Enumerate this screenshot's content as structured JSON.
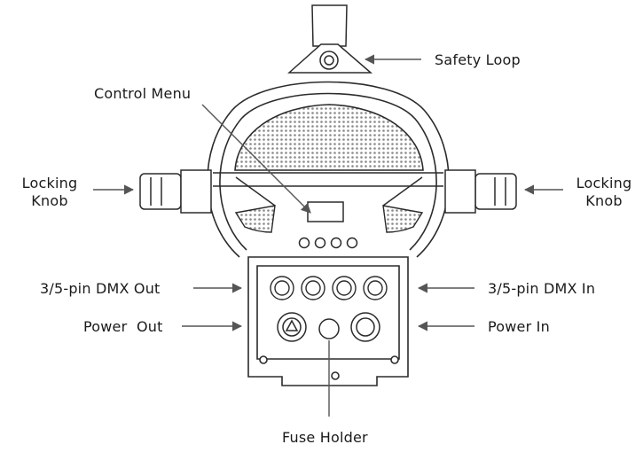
{
  "labels": {
    "safety_loop": "Safety Loop",
    "control_menu": "Control Menu",
    "locking_knob_left_1": "Locking",
    "locking_knob_left_2": "Knob",
    "locking_knob_right_1": "Locking",
    "locking_knob_right_2": "Knob",
    "dmx_out": "3/5-pin DMX Out",
    "dmx_in": "3/5-pin DMX In",
    "power_out": "Power  Out",
    "power_in": "Power In",
    "fuse_holder": "Fuse Holder"
  },
  "colors": {
    "line": "#2b2b2b",
    "arrow": "#555555",
    "grille_fill": "#e9e9e9"
  }
}
